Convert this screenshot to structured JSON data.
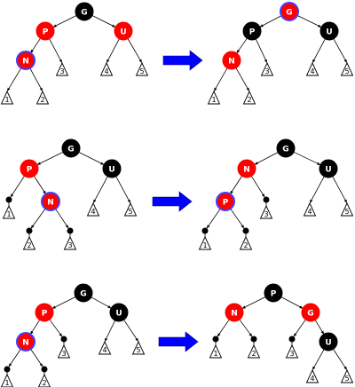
{
  "colors": {
    "red": "#ff0000",
    "black": "#000000",
    "ring": "#4040ff",
    "arrow": "#0000ff",
    "edge": "#000000"
  },
  "rows": [
    {
      "before": {
        "nodes": {
          "G": "G",
          "P": "P",
          "U": "U",
          "N": "N"
        },
        "subtrees": [
          "1",
          "2",
          "3",
          "4",
          "5"
        ]
      },
      "after": {
        "nodes": {
          "G": "G",
          "P": "P",
          "U": "U",
          "N": "N"
        },
        "subtrees": [
          "1",
          "2",
          "3",
          "4",
          "5"
        ]
      }
    },
    {
      "before": {
        "nodes": {
          "G": "G",
          "P": "P",
          "N": "N",
          "U": "U"
        },
        "subtrees": [
          "1",
          "2",
          "3",
          "4",
          "5"
        ]
      },
      "after": {
        "nodes": {
          "G": "G",
          "N": "N",
          "P": "P",
          "U": "U"
        },
        "subtrees": [
          "1",
          "2",
          "3",
          "4",
          "5"
        ]
      }
    },
    {
      "before": {
        "nodes": {
          "G": "G",
          "P": "P",
          "N": "N",
          "U": "U"
        },
        "subtrees": [
          "1",
          "2",
          "3",
          "4",
          "5"
        ]
      },
      "after": {
        "nodes": {
          "P": "P",
          "N": "N",
          "G": "G",
          "U": "U"
        },
        "subtrees": [
          "1",
          "2",
          "3",
          "4",
          "5"
        ]
      }
    }
  ]
}
